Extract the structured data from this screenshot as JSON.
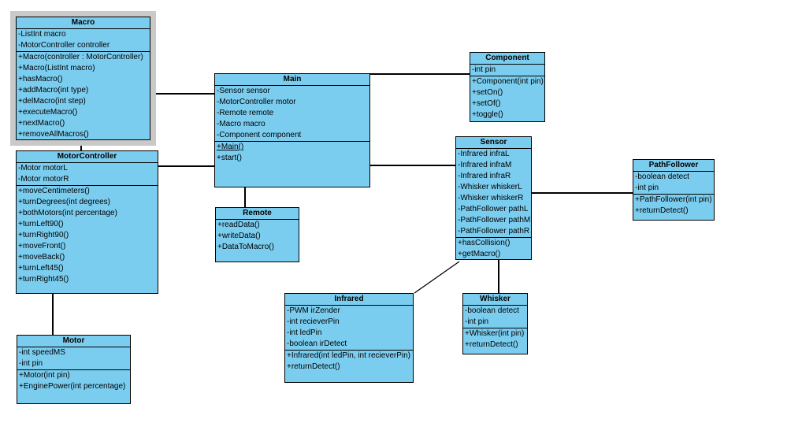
{
  "diagram": {
    "type": "uml-class-diagram",
    "background_color": "#ffffff",
    "box_fill_color": "#7bcdef",
    "border_color": "#000000",
    "selection_frame_color": "#c9c9ca"
  },
  "classes": {
    "macro": {
      "name": "Macro",
      "selected": true,
      "attributes": [
        "-ListInt macro",
        "-MotorController controller"
      ],
      "methods": [
        "+Macro(controller : MotorController)",
        "+Macro(ListInt macro)",
        "+hasMacro()",
        "+addMacro(int type)",
        "+delMacro(int step)",
        "+executeMacro()",
        "+nextMacro()",
        "+removeAllMacros()"
      ]
    },
    "motorcontroller": {
      "name": "MotorController",
      "attributes": [
        "-Motor motorL",
        "-Motor motorR"
      ],
      "methods": [
        "+moveCentimeters()",
        "+turnDegrees(int degrees)",
        "+bothMotors(int percentage)",
        "+turnLeft90()",
        "+turnRight90()",
        "+moveFront()",
        "+moveBack()",
        "+turnLeft45()",
        "+turnRight45()"
      ]
    },
    "motor": {
      "name": "Motor",
      "attributes": [
        "-int speedMS",
        "-int pin"
      ],
      "methods": [
        "+Motor(int pin)",
        "+EnginePower(int percentage)"
      ]
    },
    "main": {
      "name": "Main",
      "attributes": [
        "-Sensor sensor",
        "-MotorController motor",
        "-Remote remote",
        "-Macro macro",
        "-Component component"
      ],
      "methods": [
        {
          "label": "+Main()",
          "underline": true
        },
        "+start()"
      ]
    },
    "remote": {
      "name": "Remote",
      "attributes": [],
      "methods": [
        "+readData()",
        "+writeData()",
        "+DataToMacro()"
      ]
    },
    "component": {
      "name": "Component",
      "attributes": [
        "-int pin"
      ],
      "methods": [
        "+Component(int pin)",
        "+setOn()",
        "+setOf()",
        "+toggle()"
      ]
    },
    "sensor": {
      "name": "Sensor",
      "attributes": [
        "-Infrared infraL",
        "-Infrared infraM",
        "-Infrared infraR",
        "-Whisker whiskerL",
        "-Whisker whiskerR",
        "-PathFollower pathL",
        "-PathFollower pathM",
        "-PathFollower pathR"
      ],
      "methods": [
        "+hasCollision()",
        "+getMacro()"
      ]
    },
    "pathfollower": {
      "name": "PathFollower",
      "attributes": [
        "-boolean detect",
        "-int pin"
      ],
      "methods": [
        "+PathFollower(int pin)",
        "+returnDetect()"
      ]
    },
    "infrared": {
      "name": "Infrared",
      "attributes": [
        "-PWM irZender",
        "-int recieverPin",
        "-int ledPin",
        "-boolean irDetect"
      ],
      "methods": [
        "+Infrared(int ledPin, int recieverPin)",
        "+returnDetect()"
      ]
    },
    "whisker": {
      "name": "Whisker",
      "attributes": [
        "-boolean detect",
        "-int pin"
      ],
      "methods": [
        "+Whisker(int pin)",
        "+returnDetect()"
      ]
    }
  },
  "relationships": [
    {
      "from": "Macro",
      "to": "MotorController",
      "type": "association"
    },
    {
      "from": "Macro",
      "to": "Main",
      "type": "association"
    },
    {
      "from": "MotorController",
      "to": "Main",
      "type": "association"
    },
    {
      "from": "MotorController",
      "to": "Motor",
      "type": "association"
    },
    {
      "from": "Main",
      "to": "Remote",
      "type": "association"
    },
    {
      "from": "Main",
      "to": "Component",
      "type": "association"
    },
    {
      "from": "Main",
      "to": "Sensor",
      "type": "association"
    },
    {
      "from": "Sensor",
      "to": "PathFollower",
      "type": "association"
    },
    {
      "from": "Sensor",
      "to": "Whisker",
      "type": "association"
    },
    {
      "from": "Sensor",
      "to": "Infrared",
      "type": "association"
    }
  ]
}
